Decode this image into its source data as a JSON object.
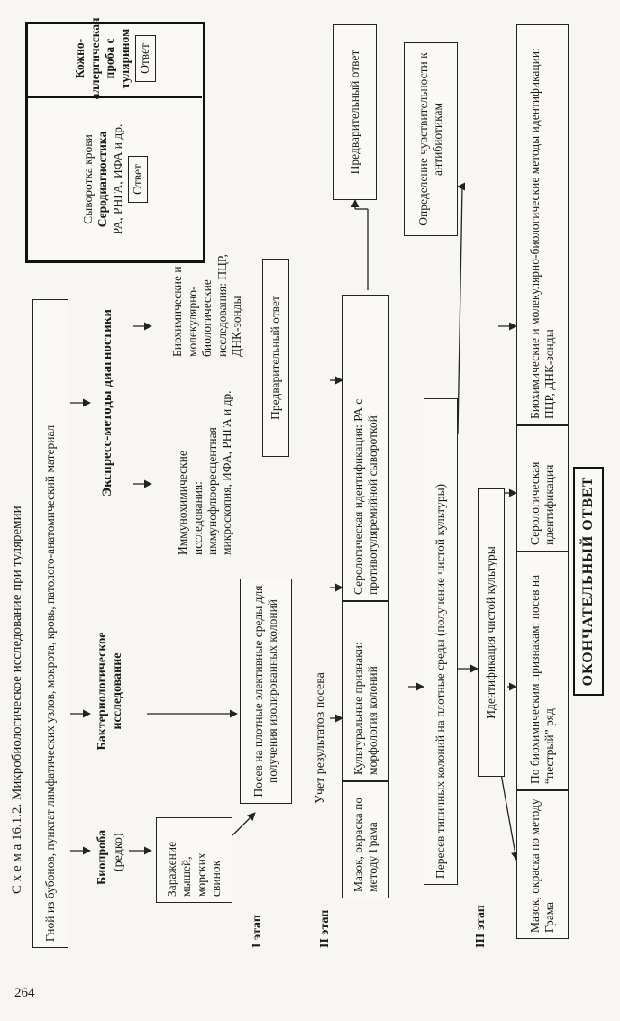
{
  "page_number": "264",
  "title": "С х е м а 16.1.2. Микробиологическое исследование при туляремии",
  "material": "Гной из бубонов, пунктат лимфатических узлов, мокрота, кровь, патолого-анатомический материал",
  "branches": {
    "bioproba": {
      "title": "Биопроба",
      "note": "(редко)"
    },
    "bacterio": {
      "title": "Бактериологическое исследование"
    },
    "express": {
      "title": "Экспресс-методы диагностики"
    }
  },
  "infection": "Заражение мышей, морских свинок",
  "immuno": "Иммунохимические исследования: иммунофлюоресцентная микроскопия, ИФА, РНГА и др.",
  "biochem": "Биохимические и молекулярно-биологические исследования: ПЦР, ДНК-зонды",
  "preliminary_answer": "Предварительный ответ",
  "serum": {
    "title": "Сыворотка крови",
    "method": "Серодиагностика",
    "tests": "РА, РНГА, ИФА и др.",
    "answer": "Ответ"
  },
  "skin_test": {
    "title": "Кожно-аллергическая проба с тулярином",
    "answer": "Ответ"
  },
  "stages": [
    "I этап",
    "II этап",
    "III этап"
  ],
  "stage1_seeding": "Посев на плотные элективные среды для получения изолированных колоний",
  "stage2": {
    "header": "Учет результатов посева",
    "smear": "Мазок, окраска по методу Грама",
    "cultural": "Культуральные признаки: морфология колоний",
    "serology": "Серологическая идентификация: РА с противотуляремийной сывороткой",
    "preliminary": "Предварительный ответ",
    "reseeding": "Пересев типичных колоний на плотные среды (получение чистой культуры)"
  },
  "stage3": {
    "identification": "Идентификация чистой культуры",
    "antibiotics": "Определение чувствительности к антибиотикам",
    "smear": "Мазок, окраска по методу Грама",
    "biochem": "По биохимическим признакам: посев на “пестрый” ряд",
    "serology": "Серологическая идентификация",
    "molecular": "Биохимические и молекулярно-биологические методы идентификации: ПЦР, ДНК-зонды",
    "final": "ОКОНЧАТЕЛЬНЫЙ ОТВЕТ"
  }
}
